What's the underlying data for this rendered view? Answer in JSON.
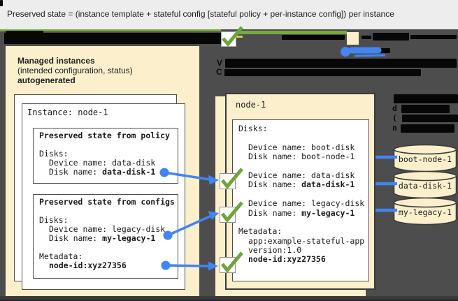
{
  "header": {
    "title": "Preserved state = (instance template + stateful config [stateful policy + per-instance config]) per instance"
  },
  "fragments": {
    "f1": "V",
    "f2": "C",
    "f3": "d",
    "f4": "(",
    "f5": "n"
  },
  "left_panel": {
    "heading1": "Managed instances",
    "heading2": "(intended configuration, status)",
    "heading3": "autogenerated",
    "instance_title": "Instance: node-1",
    "policy_box": {
      "title": "Preserved state from policy",
      "disks_label": "Disks:",
      "device": "Device name: data-disk",
      "disk_prefix": "Disk name: ",
      "disk_value": "data-disk-1"
    },
    "configs_box": {
      "title": "Preserved state from configs",
      "disks_label": "Disks:",
      "device": "Device name: legacy-disk",
      "disk_prefix": "Disk name: ",
      "disk_value": "my-legacy-1",
      "metadata_label": "Metadata:",
      "metadata_value": "node-id:xyz27356"
    }
  },
  "right_panel": {
    "title": "node-1",
    "disks_label": "Disks:",
    "boot": {
      "device": "Device name: boot-disk",
      "disk": "Disk name: boot-node-1"
    },
    "data": {
      "device": "Device name: data-disk",
      "disk_prefix": "Disk name: ",
      "disk_value": "data-disk-1"
    },
    "legacy": {
      "device": "Device name: legacy-disk",
      "disk_prefix": "Disk name: ",
      "disk_value": "my-legacy-1"
    },
    "metadata": {
      "label": "Metadata:",
      "app": "app:example-stateful-app",
      "version": "version:1.0",
      "node": "node-id:xyz27356"
    }
  },
  "disk_cylinders": [
    {
      "label": "boot-node-1"
    },
    {
      "label": "data-disk-1"
    },
    {
      "label": "my-legacy-1"
    }
  ],
  "colors": {
    "green": "#79a83d",
    "blue": "#4285f4",
    "cream": "#fcf0cc",
    "background": "#4d4d4d",
    "redaction": "#070707"
  }
}
